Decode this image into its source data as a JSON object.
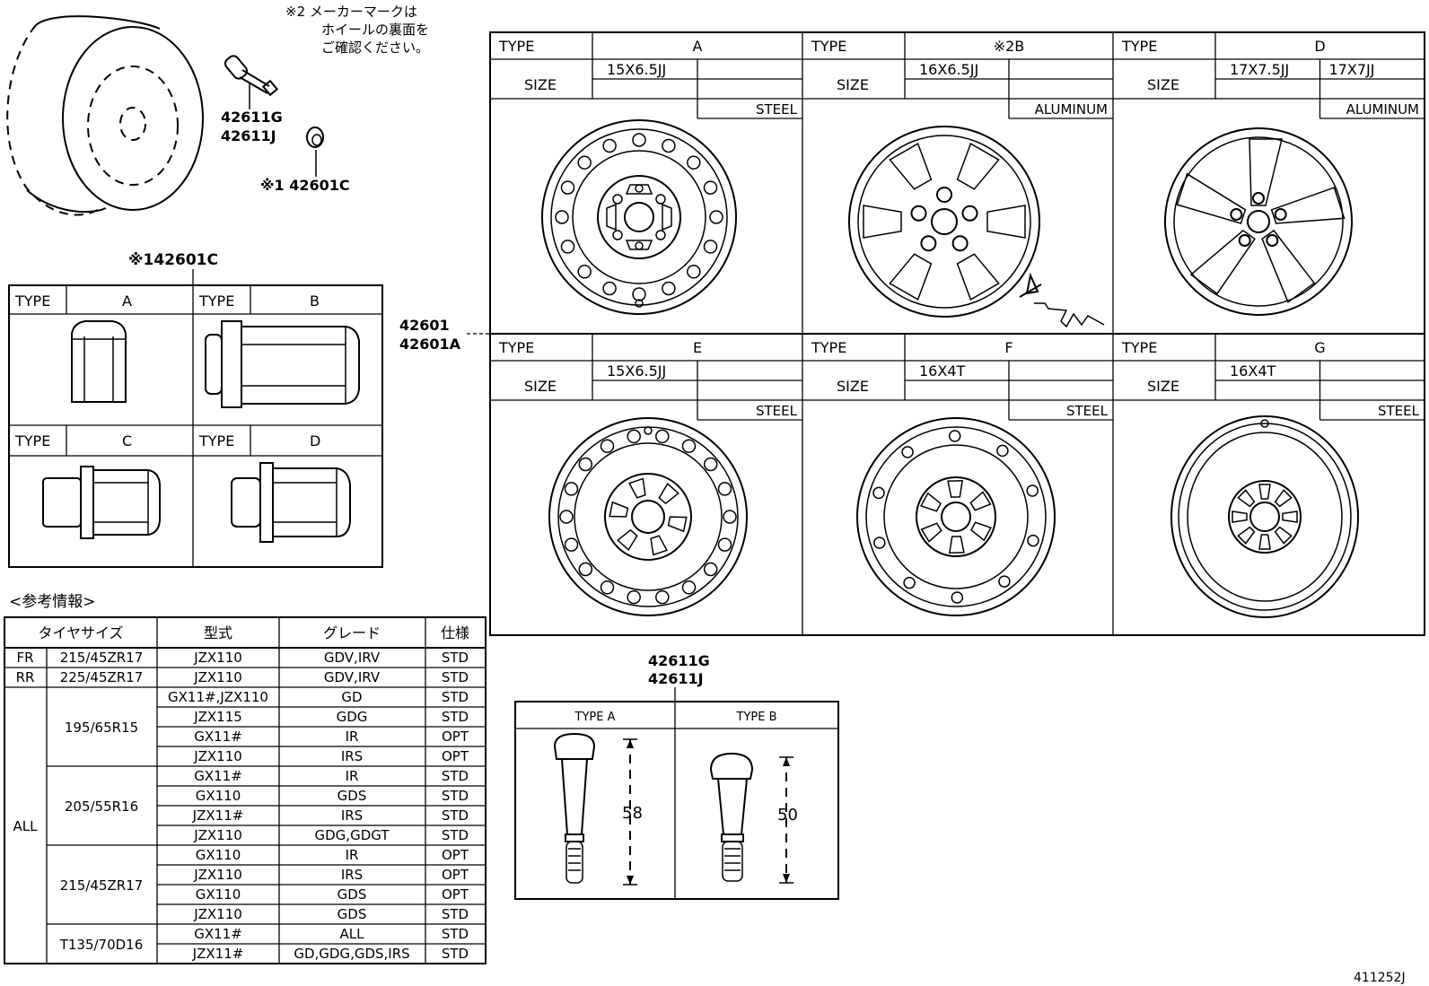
{
  "callouts": {
    "note2": [
      "※2 メーカーマークは",
      "ホイールの裏面を",
      "ご確認ください。"
    ],
    "valve_parts": [
      "42611G",
      "42611J"
    ],
    "nut_part": "※1 42601C",
    "nut_table_title": "※142601C",
    "wheel_parts": [
      "42601",
      "42601A"
    ],
    "diagram_id": "411252J"
  },
  "nut_table": {
    "type_label": "TYPE",
    "cells": [
      {
        "type": "A"
      },
      {
        "type": "B"
      },
      {
        "type": "C"
      },
      {
        "type": "D"
      }
    ]
  },
  "wheel_table": {
    "type_label": "TYPE",
    "size_label": "SIZE",
    "cells": [
      {
        "type": "A",
        "sizes": [
          "15X6.5JJ"
        ],
        "material": "STEEL"
      },
      {
        "type": "※2B",
        "sizes": [
          "16X6.5JJ"
        ],
        "material": "ALUMINUM"
      },
      {
        "type": "D",
        "sizes": [
          "17X7.5JJ",
          "17X7JJ"
        ],
        "material": "ALUMINUM"
      },
      {
        "type": "E",
        "sizes": [
          "15X6.5JJ"
        ],
        "material": "STEEL"
      },
      {
        "type": "F",
        "sizes": [
          "16X4T"
        ],
        "material": "STEEL"
      },
      {
        "type": "G",
        "sizes": [
          "16X4T"
        ],
        "material": "STEEL"
      }
    ]
  },
  "reference": {
    "title": "<参考情報>",
    "headers": [
      "タイヤサイズ",
      "型式",
      "グレード",
      "仕様"
    ],
    "rows": [
      [
        "FR",
        "215/45ZR17",
        "JZX110",
        "GDV,IRV",
        "STD"
      ],
      [
        "RR",
        "225/45ZR17",
        "JZX110",
        "GDV,IRV",
        "STD"
      ],
      [
        "ALL",
        "195/65R15",
        "GX11#,JZX110",
        "GD",
        "STD"
      ],
      [
        "",
        "",
        "JZX115",
        "GDG",
        "STD"
      ],
      [
        "",
        "",
        "GX11#",
        "IR",
        "OPT"
      ],
      [
        "",
        "",
        "JZX110",
        "IRS",
        "OPT"
      ],
      [
        "",
        "205/55R16",
        "GX11#",
        "IR",
        "STD"
      ],
      [
        "",
        "",
        "GX110",
        "GDS",
        "STD"
      ],
      [
        "",
        "",
        "JZX11#",
        "IRS",
        "STD"
      ],
      [
        "",
        "",
        "JZX110",
        "GDG,GDGT",
        "STD"
      ],
      [
        "",
        "215/45ZR17",
        "GX110",
        "IR",
        "OPT"
      ],
      [
        "",
        "",
        "JZX110",
        "IRS",
        "OPT"
      ],
      [
        "",
        "",
        "GX110",
        "GDS",
        "OPT"
      ],
      [
        "",
        "",
        "JZX110",
        "GDS",
        "STD"
      ],
      [
        "",
        "T135/70D16",
        "GX11#",
        "ALL",
        "STD"
      ],
      [
        "",
        "",
        "JZX11#",
        "GD,GDG,GDS,IRS",
        "STD"
      ]
    ]
  },
  "valve_table": {
    "title": [
      "42611G",
      "42611J"
    ],
    "types": [
      {
        "label": "TYPE A",
        "dimension": "58"
      },
      {
        "label": "TYPE B",
        "dimension": "50"
      }
    ]
  }
}
